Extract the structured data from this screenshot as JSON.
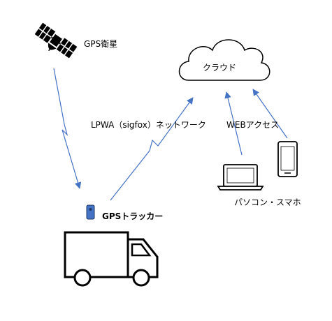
{
  "labels": {
    "satellite": "GPS衛星",
    "cloud": "クラウド",
    "lpwa": "LPWA（sigfox）ネットワーク",
    "web": "WEBアクセス",
    "devices": "パソコン・スマホ",
    "tracker": "GPSトラッカー"
  },
  "icons": {
    "satellite": "satellite-icon",
    "cloud": "cloud-icon",
    "laptop": "laptop-icon",
    "smartphone": "smartphone-icon",
    "tracker": "gps-tracker-device-icon",
    "truck": "truck-icon"
  },
  "colors": {
    "arrow": "#4472C4",
    "tracker_device": "#4472C4",
    "line": "#000000"
  }
}
